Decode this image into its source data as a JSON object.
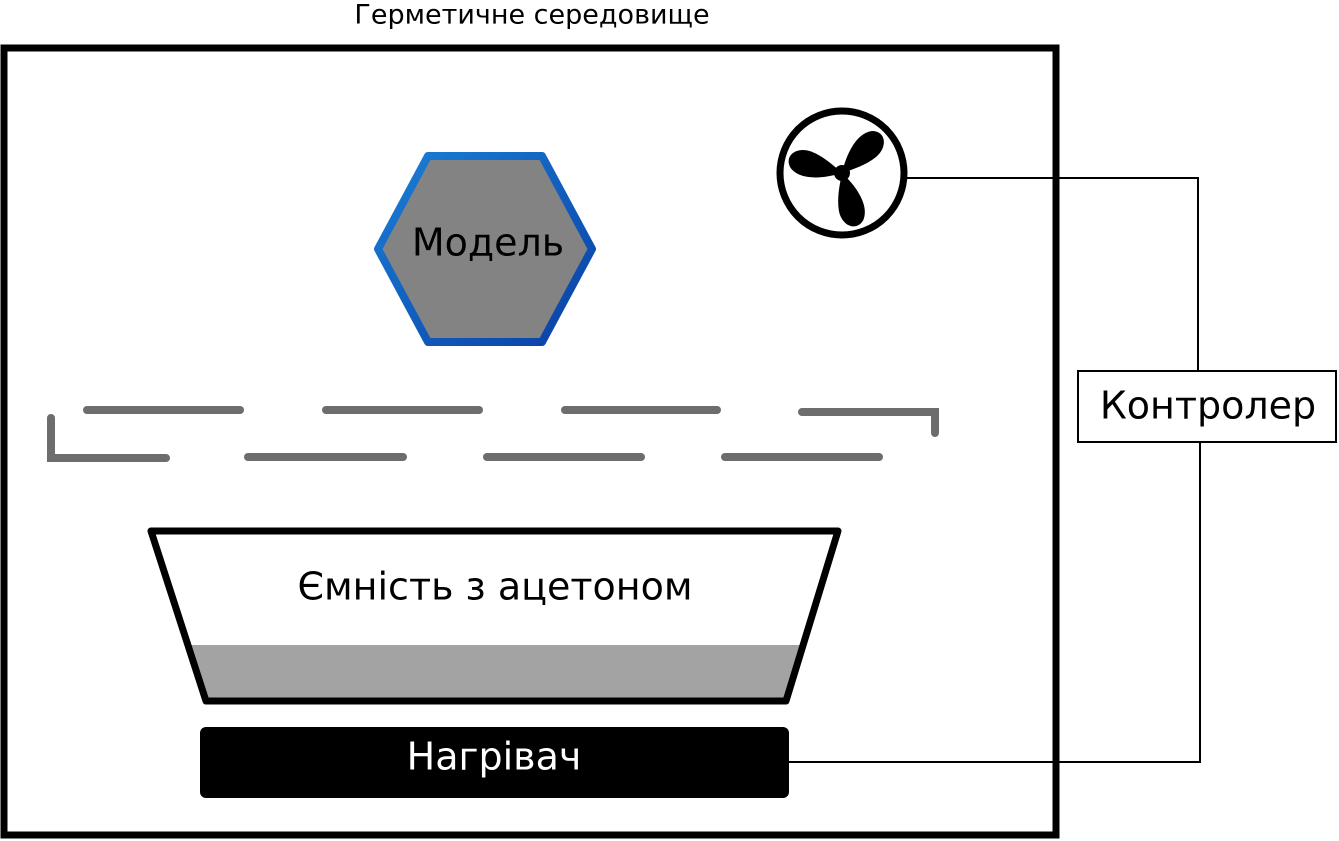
{
  "title": "Герметичне середовище",
  "model": {
    "label": "Модель",
    "fill_color": "#838383",
    "border_color_start": "#1a7fd6",
    "border_color_end": "#0a3fa6"
  },
  "container": {
    "label": "Ємність з ацетоном",
    "liquid_color": "#a3a3a3"
  },
  "heater": {
    "label": "Нагрівач",
    "fill_color": "#000000",
    "text_color": "#ffffff"
  },
  "controller": {
    "label": "Контролер"
  },
  "fan": {
    "icon": "fan-icon"
  },
  "shelf": {
    "color": "#6d6d6d"
  }
}
